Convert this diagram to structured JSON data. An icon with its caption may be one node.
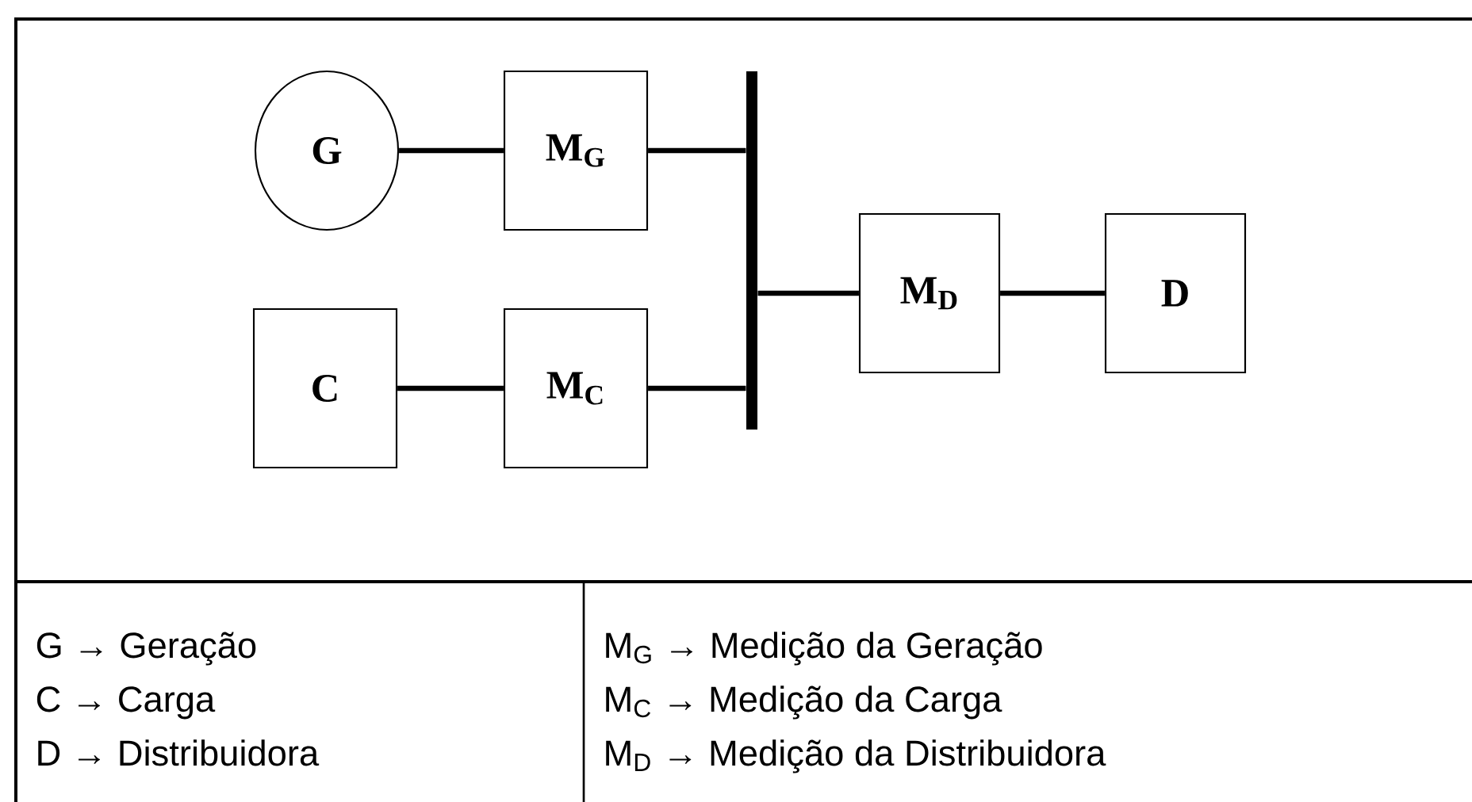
{
  "diagram": {
    "nodes": [
      {
        "text": [
          "G"
        ]
      },
      {
        "text": [
          "M$_{G}$"
        ]
      },
      {
        "text": [],
        "shape": "bar"
      },
      {
        "text": [
          "C"
        ]
      },
      {
        "text": [
          "M$_{C}$"
        ]
      },
      {
        "text": [
          "M$_{D}$"
        ]
      },
      {
        "text": [
          "D"
        ]
      }
    ],
    "edges": [
      {
        "from": 0,
        "to": 1,
        "arrow": "none"
      },
      {
        "from": 1,
        "to": 2,
        "arrow": "none"
      },
      {
        "from": 3,
        "to": 4,
        "arrow": "none"
      },
      {
        "from": 4,
        "to": 2,
        "arrow": "none"
      },
      {
        "from": 2,
        "to": 5,
        "arrow": "none"
      },
      {
        "from": 5,
        "to": 6,
        "arrow": "none"
      }
    ],
    "labels": [
      "G → Geração",
      "M$_{G}$ → Medição da Geração",
      "C → Carga",
      "M$_{C}$ → Medição da Carga",
      "D → Distribuidora",
      "M$_{D}$ → Medição da Distribuidora"
    ]
  }
}
